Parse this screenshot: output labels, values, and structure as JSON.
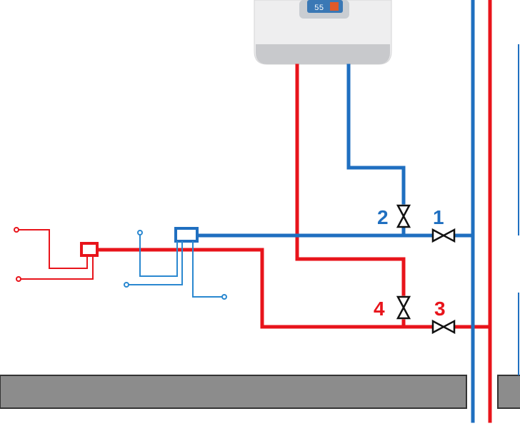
{
  "colors": {
    "hot": "#e8141b",
    "cold": "#1f6fc0",
    "heater_body": "#eeeeef",
    "heater_bottom": "#c8c9cc",
    "floor": "#8c8c8c",
    "valve": "#111111"
  },
  "heater": {
    "display_text": "55"
  },
  "valves": [
    {
      "id": "1",
      "label": "1",
      "line": "cold",
      "orientation": "horizontal"
    },
    {
      "id": "2",
      "label": "2",
      "line": "cold",
      "orientation": "vertical"
    },
    {
      "id": "3",
      "label": "3",
      "line": "hot",
      "orientation": "horizontal"
    },
    {
      "id": "4",
      "label": "4",
      "line": "hot",
      "orientation": "vertical"
    }
  ]
}
